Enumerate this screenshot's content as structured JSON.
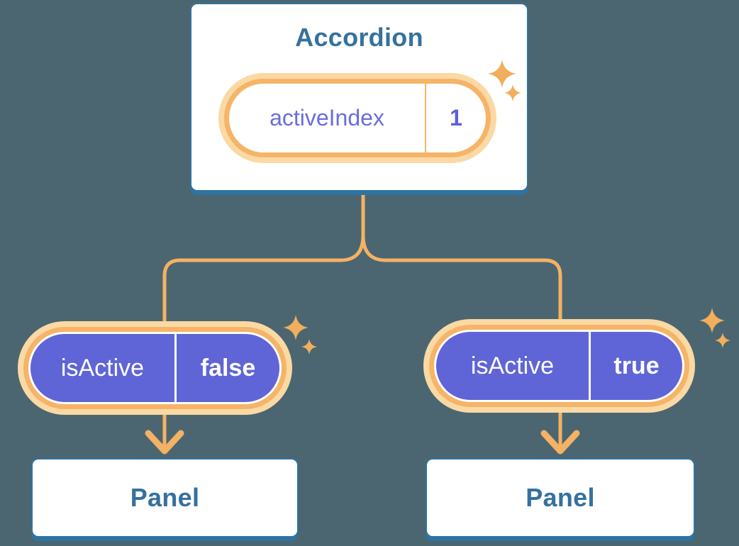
{
  "diagram": {
    "accordion": {
      "title": "Accordion",
      "state": {
        "label": "activeIndex",
        "value": "1"
      }
    },
    "left": {
      "prop": {
        "label": "isActive",
        "value": "false"
      },
      "panel": {
        "title": "Panel"
      }
    },
    "right": {
      "prop": {
        "label": "isActive",
        "value": "true"
      },
      "panel": {
        "title": "Panel"
      }
    }
  },
  "colors": {
    "background": "#4b6670",
    "card_fill": "#ffffff",
    "card_border": "#2e73a2",
    "card_text": "#35719e",
    "pill_purple": "#5f65d6",
    "pill_text": "#ffffff",
    "state_label_text": "#6a6edd",
    "state_value_text": "#5b61d8",
    "ring_orange": "#f5b468",
    "ring_glow": "#fbd9a4",
    "connector_orange": "#f3b264",
    "sparkle_orange": "#f2ae5c"
  }
}
